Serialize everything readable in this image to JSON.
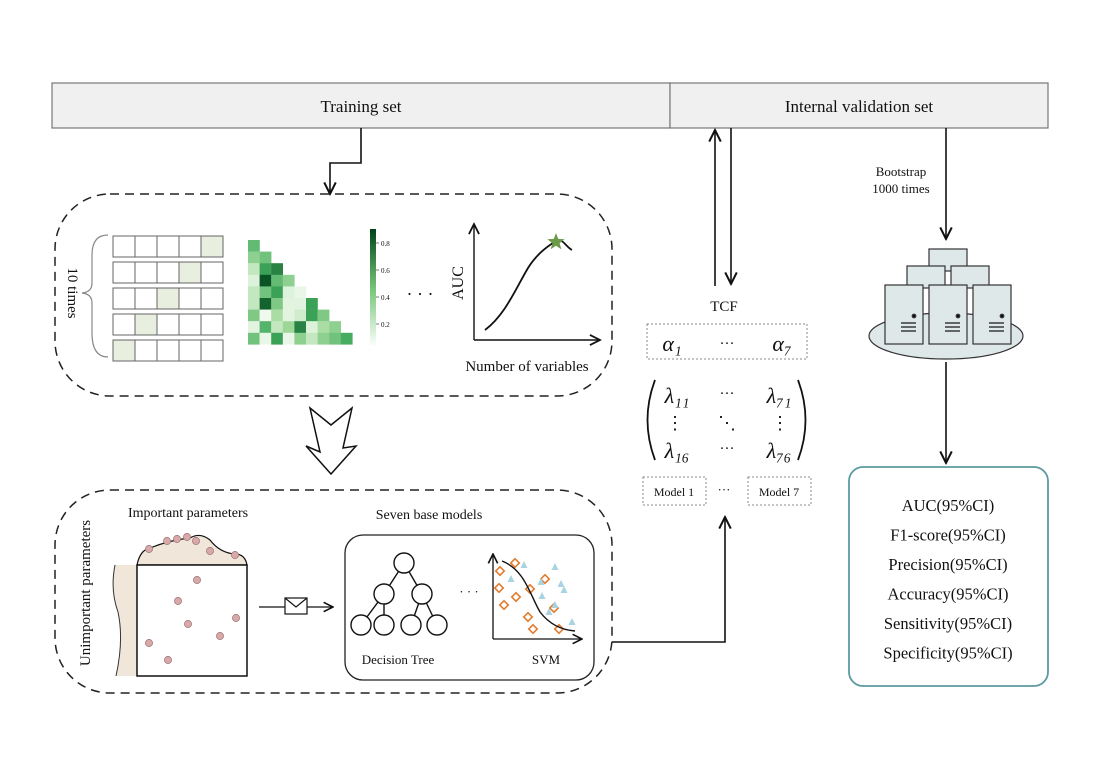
{
  "header": {
    "training_set": "Training set",
    "internal_validation_set": "Internal validation set"
  },
  "feature_selection": {
    "repeat_label": "10 times",
    "cv_grid_highlight_columns": [
      4,
      3,
      2,
      1,
      0
    ],
    "heatmap": {
      "matrix": [
        [
          0.55
        ],
        [
          0.4,
          0.5
        ],
        [
          0.2,
          0.7,
          0.8
        ],
        [
          0.1,
          0.95,
          0.55,
          0.4
        ],
        [
          0.2,
          0.5,
          0.7,
          0.1,
          0.05
        ],
        [
          0.2,
          0.9,
          0.45,
          0.08,
          0.08,
          0.7
        ],
        [
          0.45,
          0.03,
          0.3,
          0.08,
          0.15,
          0.7,
          0.45
        ],
        [
          0.08,
          0.6,
          0.2,
          0.35,
          0.8,
          0.1,
          0.3,
          0.4
        ],
        [
          0.5,
          0.05,
          0.7,
          0.05,
          0.4,
          0.2,
          0.4,
          0.5,
          0.65
        ]
      ],
      "colorbar_ticks": [
        "0.8",
        "0.6",
        "0.4",
        "0.2"
      ],
      "color_low": "#f7fcf5",
      "color_high": "#00441b"
    },
    "ellipsis": "· · ·",
    "auc_curve": {
      "ylabel": "AUC",
      "xlabel": "Number of variables",
      "optimum_marker_color": "#6b9a4a"
    }
  },
  "model_training": {
    "side_label": "Unimportant parameters",
    "important_label": "Important parameters",
    "base_models_title": "Seven base models",
    "models": [
      "Decision Tree",
      "SVM"
    ],
    "ellipsis": "· · ·",
    "point_color": "#d9a9a9",
    "fill_color": "#f1e6da",
    "svm_class_a_color": "#e37b2f",
    "svm_class_b_color": "#a8d4e2"
  },
  "tcf": {
    "label": "TCF",
    "alpha_row": [
      "α₁",
      "···",
      "α₇"
    ],
    "matrix": {
      "top": [
        "λ₁₁",
        "···",
        "λ₇₁"
      ],
      "middle": [
        "⋮",
        "⋱",
        "⋮"
      ],
      "bottom": [
        "λ₁₆",
        "···",
        "λ₇₆"
      ]
    },
    "model_row": [
      "Model 1",
      "···",
      "Model 7"
    ]
  },
  "validation": {
    "bootstrap_line1": "Bootstrap",
    "bootstrap_line2": "1000 times",
    "server_fill": "#dfe8e8",
    "metrics": [
      "AUC(95%CI)",
      "F1-score(95%CI)",
      "Precision(95%CI)",
      "Accuracy(95%CI)",
      "Sensitivity(95%CI)",
      "Specificity(95%CI)"
    ],
    "metrics_border_color": "#5b9aa0"
  }
}
